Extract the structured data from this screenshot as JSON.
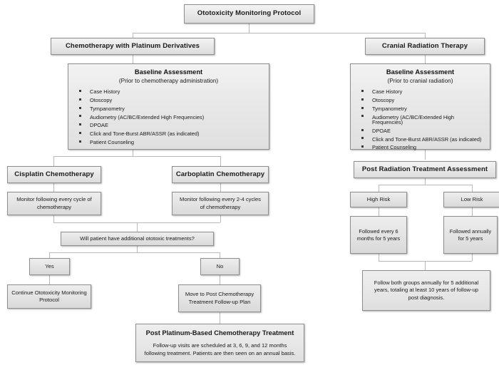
{
  "root": {
    "label": "Ototoxicity Monitoring Protocol"
  },
  "branches": {
    "chemo": {
      "label": "Chemotherapy with Platinum Derivatives"
    },
    "radiation": {
      "label": "Cranial Radiation Therapy"
    }
  },
  "chemo_baseline": {
    "title": "Baseline Assessment",
    "subtitle": "(Prior to chemotherapy administration)",
    "items": [
      "Case History",
      "Otoscopy",
      "Tympanometry",
      "Audiometry (AC/BC/Extended High Frequencies)",
      "DPOAE",
      "Click and Tone-Burst ABR/ASSR (as indicated)",
      "Patient Counseling"
    ]
  },
  "radiation_baseline": {
    "title": "Baseline Assessment",
    "subtitle": "(Prior to cranial radiation)",
    "items": [
      "Case History",
      "Otoscopy",
      "Tympanometry",
      "Audiometry (AC/BC/Extended High Frequencies)",
      "DPOAE",
      "Click and Tone-Burst ABR/ASSR (as indicated)",
      "Patient Counseling"
    ]
  },
  "chemo_types": {
    "cisplatin": {
      "label": "Cisplatin Chemotherapy",
      "monitor": "Monitor following every cycle of chemotherapy"
    },
    "carboplatin": {
      "label": "Carboplatin Chemotherapy",
      "monitor": "Monitor following every 2-4 cycles of chemotherapy"
    }
  },
  "decision": {
    "question": "Will patient have additional ototoxic treatments?",
    "yes_label": "Yes",
    "no_label": "No",
    "yes_outcome": "Continue Ototoxicity Monitoring Protocol",
    "no_outcome": "Move to Post Chemotherapy Treatment Follow-up Plan"
  },
  "post_chemo": {
    "title": "Post Platinum-Based Chemotherapy Treatment",
    "body": "Follow-up visits are scheduled at 3, 6, 9, and 12 months following treatment.  Patients are then seen on an annual basis."
  },
  "post_radiation": {
    "assessment_label": "Post Radiation Treatment Assessment",
    "high_risk": {
      "label": "High Risk",
      "plan": "Followed every 6 months for 5 years"
    },
    "low_risk": {
      "label": "Low Risk",
      "plan": "Followed annually for 5 years"
    },
    "summary": "Follow both groups annually for 5 additional years, totaling at least 10 years of follow-up post diagnosis."
  }
}
